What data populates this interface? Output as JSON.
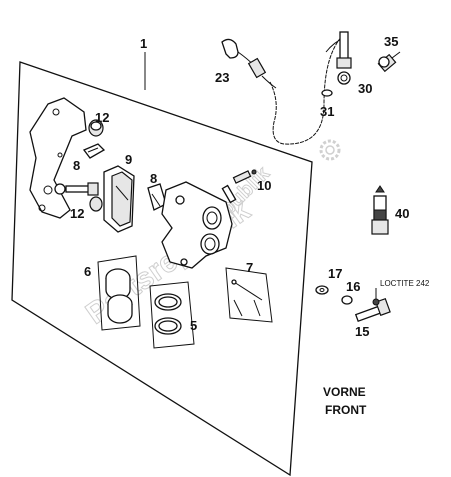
{
  "labels": {
    "n1": "1",
    "n23": "23",
    "n35": "35",
    "n30": "30",
    "n31": "31",
    "n12a": "12",
    "n8a": "8",
    "n9": "9",
    "n8b": "8",
    "n10": "10",
    "n12b": "12",
    "n40": "40",
    "n6": "6",
    "n7": "7",
    "n5": "5",
    "n17": "17",
    "n16": "16",
    "n15": "15",
    "loctite": "LOCTITE 242"
  },
  "footer": {
    "vorne": "VORNE",
    "front": "FRONT"
  },
  "watermark": "Partsrepublik"
}
